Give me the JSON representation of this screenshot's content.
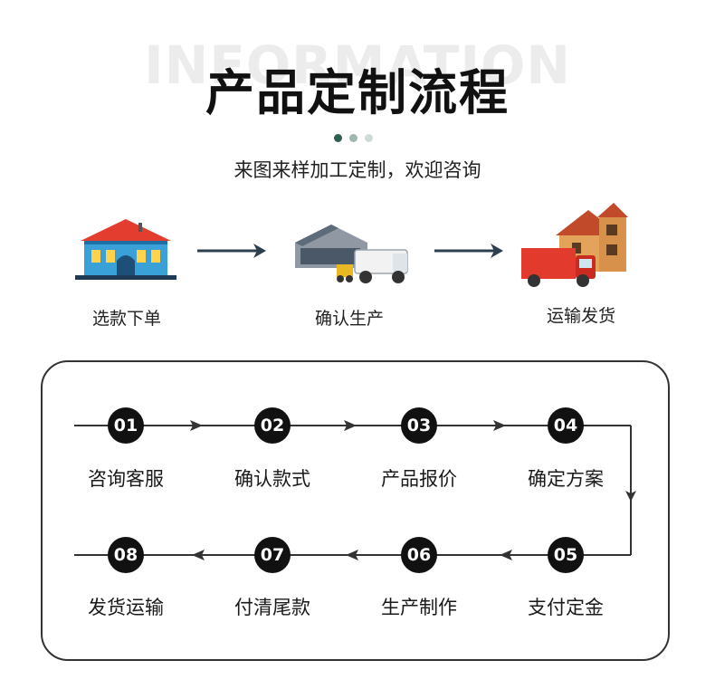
{
  "header": {
    "watermark": "INFORMATION",
    "title": "产品定制流程",
    "subtitle": "来图来样加工定制，欢迎咨询",
    "dot_colors": [
      "#2f5f52",
      "#9fb8ae",
      "#cfdcd6"
    ]
  },
  "stages": [
    {
      "label": "选款下单",
      "icon": "store-icon"
    },
    {
      "label": "确认生产",
      "icon": "factory-icon"
    },
    {
      "label": "运输发货",
      "icon": "delivery-truck-house-icon"
    }
  ],
  "steps": [
    {
      "num": "01",
      "label": "咨询客服"
    },
    {
      "num": "02",
      "label": "确认款式"
    },
    {
      "num": "03",
      "label": "产品报价"
    },
    {
      "num": "04",
      "label": "确定方案"
    },
    {
      "num": "05",
      "label": "支付定金"
    },
    {
      "num": "06",
      "label": "生产制作"
    },
    {
      "num": "07",
      "label": "付清尾款"
    },
    {
      "num": "08",
      "label": "发货运输"
    }
  ]
}
